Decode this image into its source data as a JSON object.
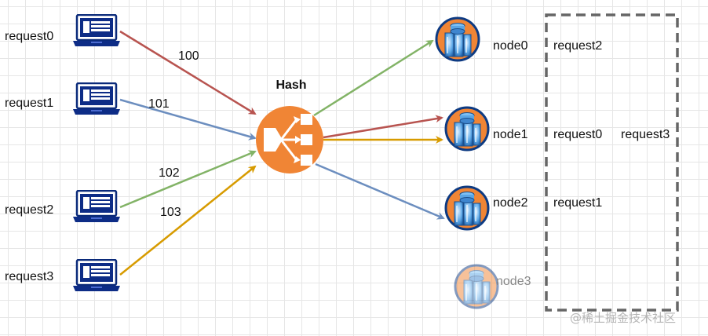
{
  "requests": [
    {
      "label": "request0",
      "value": "100",
      "color": "#b85450"
    },
    {
      "label": "request1",
      "value": "101",
      "color": "#6c8ebf"
    },
    {
      "label": "request2",
      "value": "102",
      "color": "#82b366"
    },
    {
      "label": "request3",
      "value": "103",
      "color": "#d79b00"
    }
  ],
  "hash": {
    "label": "Hash",
    "color": "#f08535"
  },
  "nodes": [
    {
      "label": "node0"
    },
    {
      "label": "node1"
    },
    {
      "label": "node2"
    },
    {
      "label": "node3",
      "faded": true
    }
  ],
  "assignments": {
    "node0": [
      "request2"
    ],
    "node1": [
      "request0",
      "request3"
    ],
    "node2": [
      "request1"
    ]
  },
  "watermark": "@稀土掘金技术社区"
}
